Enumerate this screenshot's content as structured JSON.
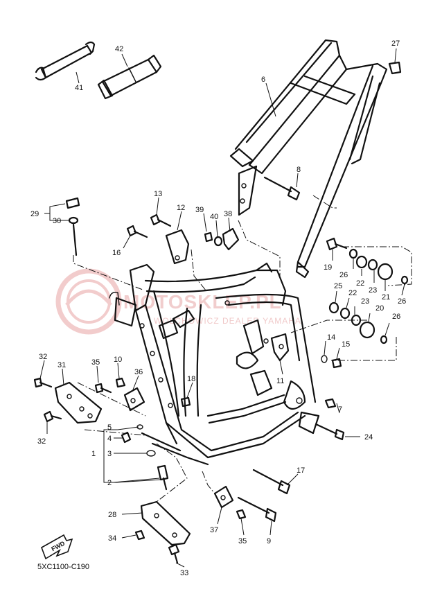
{
  "diagram_code": "5XC1100-C190",
  "fwd_label": "FWD",
  "watermark": {
    "text": "MOTOSKLEP.PL",
    "subtext": "WOLCHOWICZ DEALER YAMAHA"
  },
  "callouts": [
    {
      "id": "c1",
      "label": "1"
    },
    {
      "id": "c2",
      "label": "2"
    },
    {
      "id": "c3",
      "label": "3"
    },
    {
      "id": "c4",
      "label": "4"
    },
    {
      "id": "c5",
      "label": "5"
    },
    {
      "id": "c6",
      "label": "6"
    },
    {
      "id": "c7",
      "label": "7"
    },
    {
      "id": "c8",
      "label": "8"
    },
    {
      "id": "c9",
      "label": "9"
    },
    {
      "id": "c10",
      "label": "10"
    },
    {
      "id": "c11",
      "label": "11"
    },
    {
      "id": "c12",
      "label": "12"
    },
    {
      "id": "c13",
      "label": "13"
    },
    {
      "id": "c14",
      "label": "14"
    },
    {
      "id": "c15",
      "label": "15"
    },
    {
      "id": "c16",
      "label": "16"
    },
    {
      "id": "c17",
      "label": "17"
    },
    {
      "id": "c18",
      "label": "18"
    },
    {
      "id": "c19",
      "label": "19"
    },
    {
      "id": "c20",
      "label": "20"
    },
    {
      "id": "c21",
      "label": "21"
    },
    {
      "id": "c22a",
      "label": "22"
    },
    {
      "id": "c22b",
      "label": "22"
    },
    {
      "id": "c23a",
      "label": "23"
    },
    {
      "id": "c23b",
      "label": "23"
    },
    {
      "id": "c24",
      "label": "24"
    },
    {
      "id": "c25",
      "label": "25"
    },
    {
      "id": "c26a",
      "label": "26"
    },
    {
      "id": "c26b",
      "label": "26"
    },
    {
      "id": "c26c",
      "label": "26"
    },
    {
      "id": "c27",
      "label": "27"
    },
    {
      "id": "c28",
      "label": "28"
    },
    {
      "id": "c29",
      "label": "29"
    },
    {
      "id": "c30",
      "label": "30"
    },
    {
      "id": "c31",
      "label": "31"
    },
    {
      "id": "c32a",
      "label": "32"
    },
    {
      "id": "c32b",
      "label": "32"
    },
    {
      "id": "c33",
      "label": "33"
    },
    {
      "id": "c34",
      "label": "34"
    },
    {
      "id": "c35a",
      "label": "35"
    },
    {
      "id": "c35b",
      "label": "35"
    },
    {
      "id": "c36",
      "label": "36"
    },
    {
      "id": "c37",
      "label": "37"
    },
    {
      "id": "c38",
      "label": "38"
    },
    {
      "id": "c39",
      "label": "39"
    },
    {
      "id": "c40",
      "label": "40"
    },
    {
      "id": "c41",
      "label": "41"
    },
    {
      "id": "c42",
      "label": "42"
    }
  ]
}
